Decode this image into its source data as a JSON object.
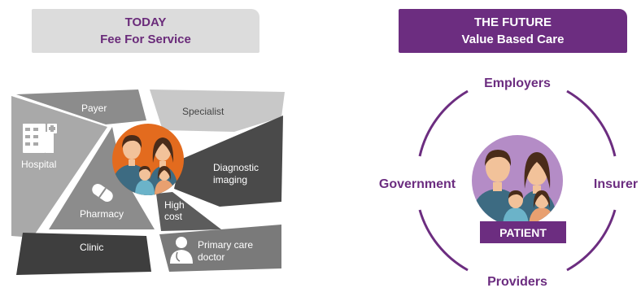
{
  "today": {
    "header_line1": "TODAY",
    "header_line2": "Fee For Service",
    "pieces": {
      "payer": "Payer",
      "specialist": "Specialist",
      "hospital": "Hospital",
      "diagnostic_line1": "Diagnostic",
      "diagnostic_line2": "imaging",
      "pharmacy": "Pharmacy",
      "high_cost_line1": "High",
      "high_cost_line2": "cost",
      "clinic": "Clinic",
      "primary_care_line1": "Primary care",
      "primary_care_line2": "doctor"
    }
  },
  "future": {
    "header_line1": "THE FUTURE",
    "header_line2": "Value Based Care",
    "ring": {
      "top": "Employers",
      "left": "Government",
      "right": "Insurer",
      "bottom": "Providers"
    },
    "center_label": "PATIENT"
  },
  "colors": {
    "purple": "#6c2d80",
    "orange": "#e36b1e",
    "dark_gray": "#4a4a4a",
    "mid_gray": "#8c8c8c",
    "light_gray": "#c8c8c8"
  }
}
